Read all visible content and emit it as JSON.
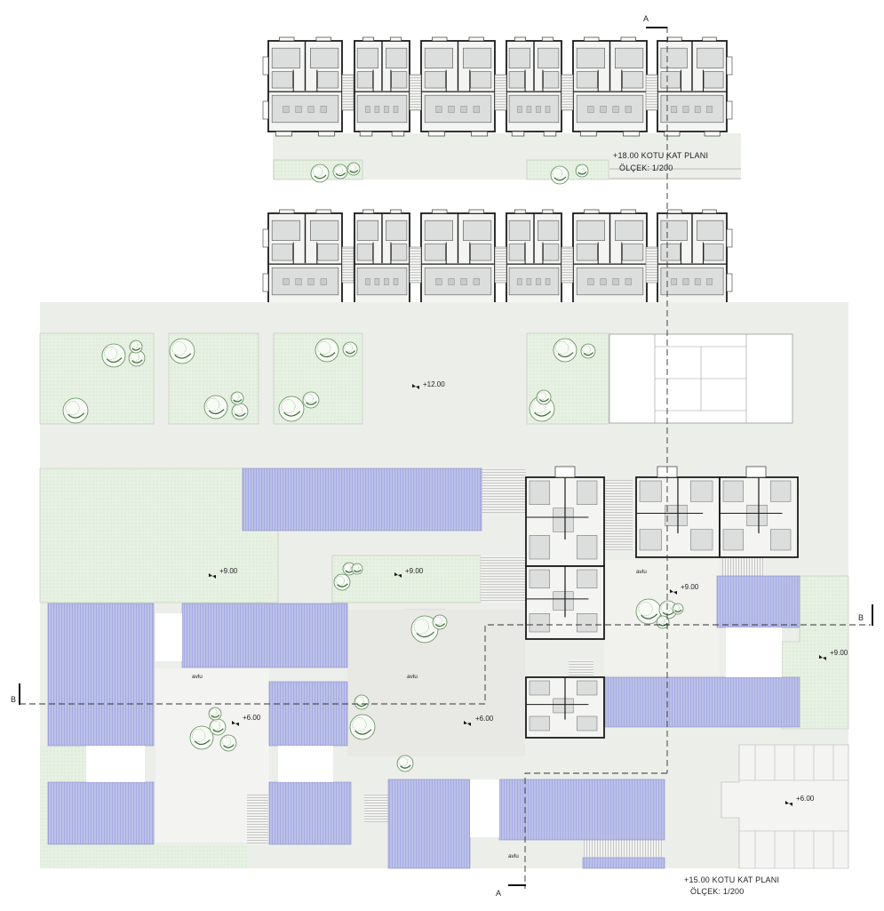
{
  "plan_upper": {
    "title": "+18.00 KOTU KAT PLANI",
    "scale": "ÖLÇEK: 1/200"
  },
  "plan_lower": {
    "title": "+15.00 KOTU KAT PLANI",
    "scale": "ÖLÇEK: 1/200"
  },
  "section_markers": {
    "a_top": "A",
    "a_bottom": "A",
    "b_left": "B",
    "b_right": "B"
  },
  "levels": {
    "l12": "+12.00",
    "l9_left": "+9.00",
    "l9_center": "+9.00",
    "l9_court": "+9.00",
    "l9_right": "+9.00",
    "l6_left": "+6.00",
    "l6_center": "+6.00",
    "l6_parking": "+6.00"
  },
  "courtyards": {
    "avlu_1": "avlu",
    "avlu_2": "avlu",
    "avlu_3": "avlu",
    "avlu_4": "avlu"
  },
  "colors": {
    "ground": "#eceee9",
    "green_area": "#e6f1e2",
    "roof": "#b9bee8",
    "wall": "#1b1b1b",
    "room_fill": "#dadcdb",
    "tree": "#5f8a5a"
  }
}
